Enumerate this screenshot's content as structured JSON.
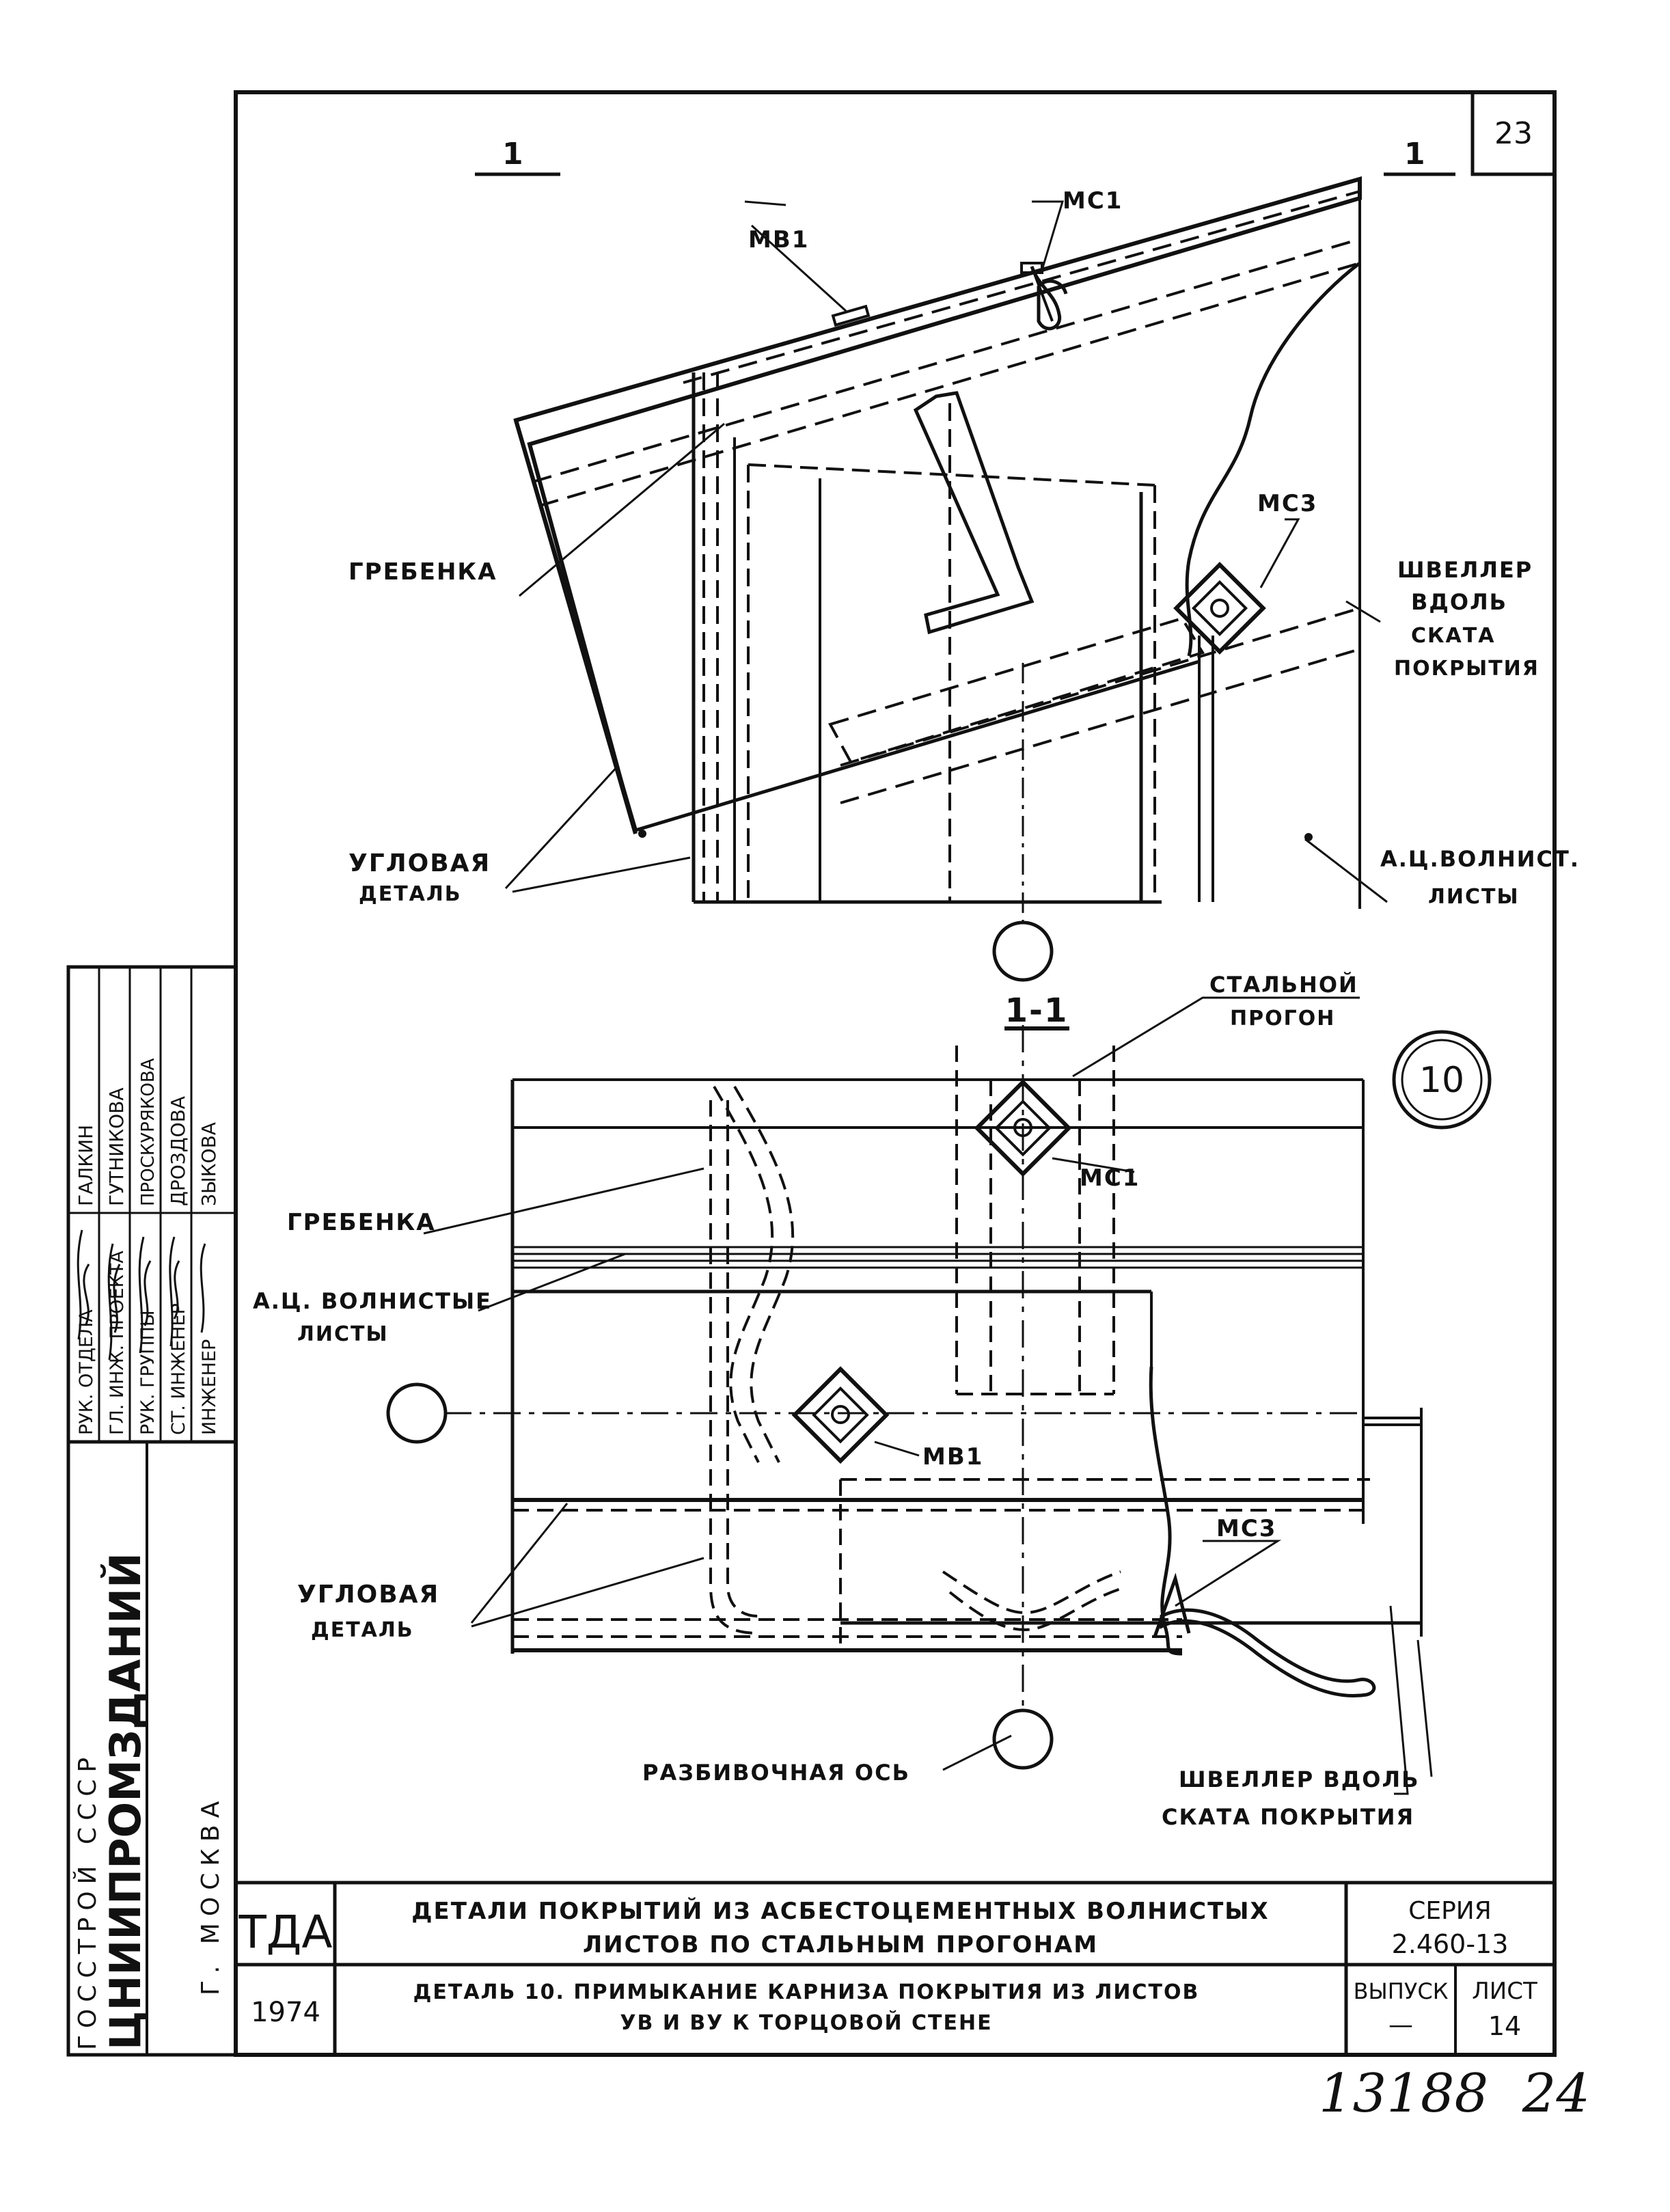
{
  "sheet": {
    "page_number": "23",
    "handwritten_number": "13188  24"
  },
  "drawing": {
    "top_view": {
      "section_mark_left": "1",
      "section_mark_right": "1",
      "label_mv1": "МВ1",
      "label_ms1": "МС1",
      "label_ms3": "МС3",
      "label_grebenka": "ГРЕБЕНКА",
      "label_shveller_1": "ШВЕЛЛЕР",
      "label_shveller_2": "ВДОЛЬ",
      "label_shveller_3": "СКАТА",
      "label_shveller_4": "ПОКРЫТИЯ",
      "label_uglovaya_1": "УГЛОВАЯ",
      "label_uglovaya_2": "ДЕТАЛЬ",
      "label_ac_1": "А.Ц.ВОЛНИСТ.",
      "label_ac_2": "ЛИСТЫ"
    },
    "bottom_view": {
      "section_title": "1-1",
      "detail_number": "10",
      "label_stalnoy_1": "СТАЛЬНОЙ",
      "label_stalnoy_2": "ПРОГОН",
      "label_ms1": "МС1",
      "label_grebenka": "ГРЕБЕНКА",
      "label_ac_1": "А.Ц. ВОЛНИСТЫЕ",
      "label_ac_2": "ЛИСТЫ",
      "label_mv1": "МВ1",
      "label_ms3": "МС3",
      "label_uglovaya_1": "УГЛОВАЯ",
      "label_uglovaya_2": "ДЕТАЛЬ",
      "label_razb": "РАЗБИВОЧНАЯ ОСЬ",
      "label_shveller_1": "ШВЕЛЛЕР ВДОЛЬ",
      "label_shveller_2": "СКАТА ПОКРЫТИЯ"
    }
  },
  "side_stamp": {
    "org_line1": "ГОССТРОЙ  СССР",
    "org_line2": "ЦНИИПРОМЗДАНИЙ",
    "org_line3": "Г. МОСКВА",
    "roles": [
      "РУК. ОТДЕЛА",
      "ГЛ. ИНЖ. ПРОЕКТА",
      "РУК. ГРУППЫ",
      "СТ. ИНЖЕНЕР",
      "ИНЖЕНЕР"
    ],
    "names": [
      "ГАЛКИН",
      "ГУТНИКОВА",
      "ПРОСКУРЯКОВА",
      "ДРОЗДОВА",
      "ЗЫКОВА"
    ]
  },
  "title_block": {
    "code": "ТДА",
    "year": "1974",
    "title_line1": "ДЕТАЛИ ПОКРЫТИЙ ИЗ АСБЕСТОЦЕМЕНТНЫХ ВОЛНИСТЫХ",
    "title_line2": "ЛИСТОВ ПО СТАЛЬНЫМ ПРОГОНАМ",
    "subtitle_line1": "ДЕТАЛЬ 10.  ПРИМЫКАНИЕ КАРНИЗА ПОКРЫТИЯ ИЗ ЛИСТОВ",
    "subtitle_line2": "УВ И ВУ К ТОРЦОВОЙ СТЕНЕ",
    "series_label": "СЕРИЯ",
    "series_value": "2.460-13",
    "issue_label": "ВЫПУСК",
    "issue_value": "—",
    "sheet_label": "ЛИСТ",
    "sheet_value": "14"
  }
}
